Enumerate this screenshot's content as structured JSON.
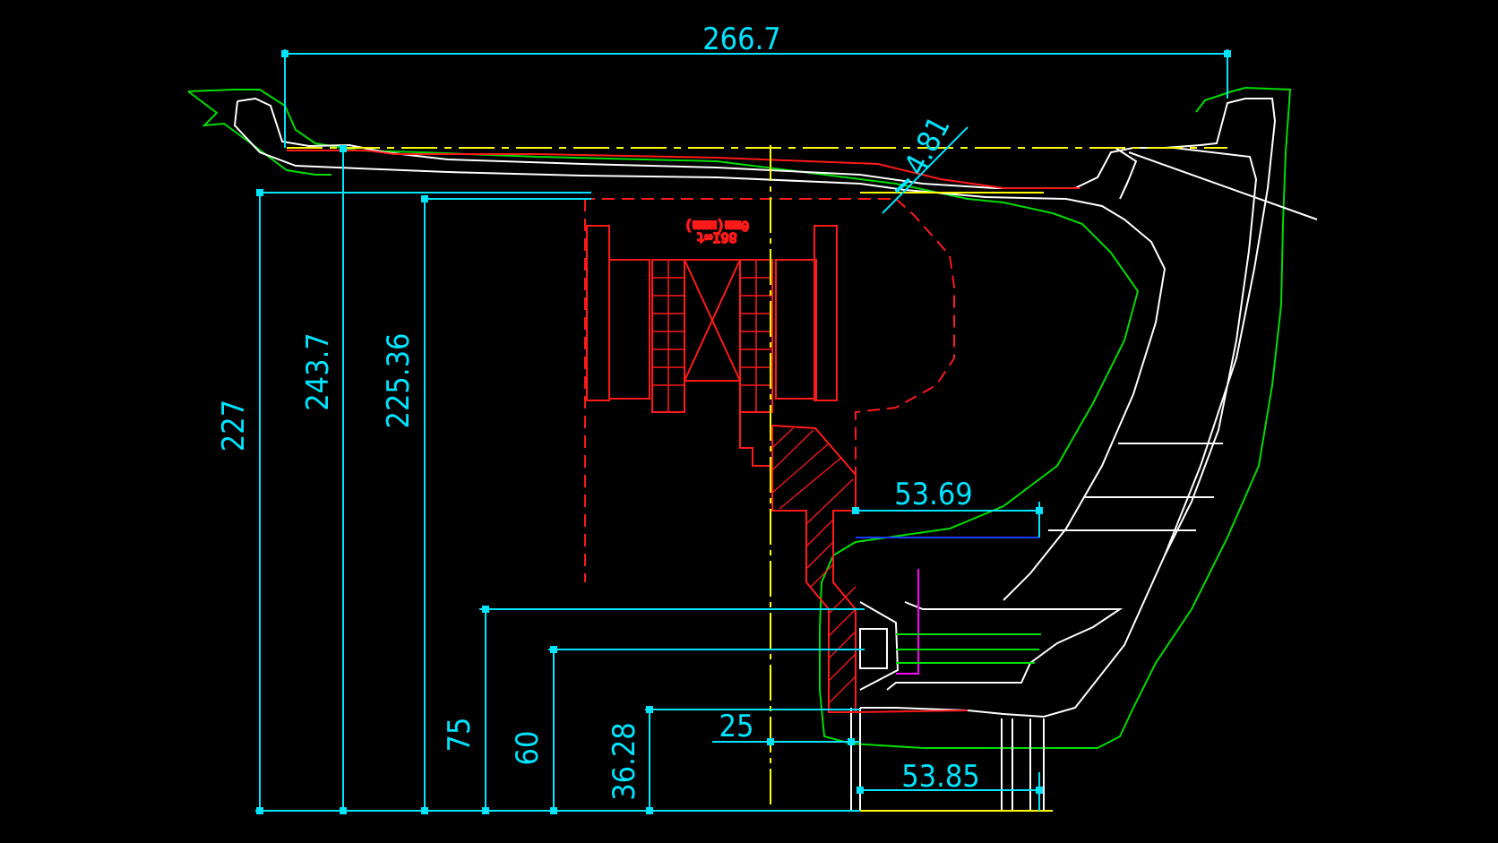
{
  "colors": {
    "background": "#000000",
    "dimension": "#00e5ff",
    "profile": "#ffffff",
    "envelope": "#00dd00",
    "component": "#ff1a1a",
    "centerline": "#ffff00",
    "accent_blue": "#1a3cff",
    "accent_magenta": "#ff00ff"
  },
  "dimensions": {
    "overall_width": "266.7",
    "thickness": "4.81",
    "height_a": "227",
    "height_b": "243.7",
    "height_c": "225.36",
    "offset_upper": "53.69",
    "offset_lower": "53.85",
    "height_d": "75",
    "height_e": "60",
    "height_f": "36.28",
    "offset_center": "25"
  },
  "annotation": {
    "line1": "0mm(mmm)",
    "line2": "86I∞t"
  }
}
